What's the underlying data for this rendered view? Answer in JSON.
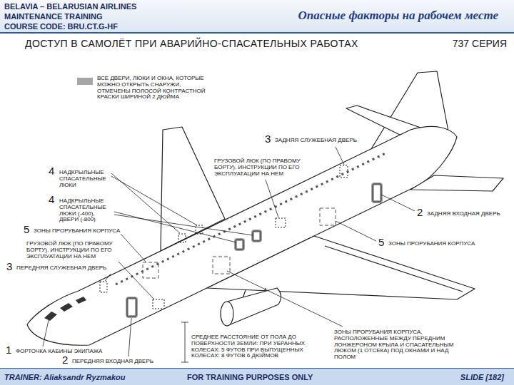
{
  "diagram": {
    "title": "ДОСТУП В САМОЛЁТ ПРИ АВАРИЙНО-СПАСАТЕЛЬНЫХ РАБОТАХ",
    "nodes": [
      {
        "text": [
          "BELAVIA – BELARUSIAN AIRLINES",
          "MAINTENANCE TRAINING",
          "COURSE CODE: BRU.CT.G-HF",
          "Опасные факторы на рабочем месте"
        ]
      },
      {
        "text": [
          "TRAINER: Aliaksandr Ryzmakou",
          "FOR TRAINING PURPOSES ONLY",
          "SLIDE [182]"
        ]
      }
    ],
    "labels": [
      "737 СЕРИЯ",
      "3",
      "ЗАДНЯЯ СЛУЖЕБНАЯ ДВЕРЬ",
      "ГРУЗОВОЙ ЛЮК (ПО ПРАВОМУ БОРТУ). ИНСТРУКЦИИ ПО ЕГО ЭКСПЛУАТАЦИИ НА НЕМ",
      "4",
      "НАДКРЫЛЬНЫЕ СПАСАТЕЛЬНЫЕ ЛЮКИ",
      "4",
      "НАДКРЫЛЬНЫЕ СПАСАТЕЛЬНЫЕ ЛЮКИ (-400), ДВЕРИ (-800)",
      "2",
      "ЗАДНЯЯ ВХОДНАЯ ДВЕРЬ",
      "5",
      "ЗОНЫ ПРОРУБАНИЯ КОРПУСА",
      "ГРУЗОВОЙ ЛЮК (ПО ПРАВОМУ БОРТУ). ИНСТРУКЦИИ ПО ЕГО ЭКСПЛУАТАЦИИ НА НЕМ",
      "5",
      "ЗОНЫ ПРОРУБАНИЯ КОРПУСА",
      "3",
      "ПЕРЕДНЯЯ СЛУЖЕБНАЯ ДВЕРЬ",
      "1",
      "ФОРТОЧКА КАБИНЫ ЭКИПАЖА",
      "2",
      "ПЕРЕДНЯЯ ВХОДНАЯ ДВЕРЬ",
      "СРЕДНЕЕ РАССТОЯНИЕ ОТ ПОЛА ДО ПОВЕРХНОСТИ ЗЕМЛИ: ПРИ УБРАННЫХ КОЛЕСАХ: 5 ФУТОВ ПРИ ВЫПУЩЕННЫХ КОЛЕСАХ: 8 ФУТОВ 6 ДЮЙМОВ",
      "ЗОНЫ ПРОРУБАНИЯ КОРПУСА, РАСПОЛОЖЕННЫЕ МЕЖДУ ПЕРЕДНИМ ЛОНЖЕРОНОМ КРЫЛА И СПАСАТЕЛЬНЫМ ЛЮКОМ (1 ОТСЕКА) ПОД ОКНАМИ И НАД ПОЛОМ"
    ],
    "legend": [
      {
        "text": "ВСЕ ДВЕРИ, ЛЮКИ И ОКНА, КОТОРЫЕ МОЖНО ОТКРЫТЬ СНАРУЖИ, ОТМЕЧЕНЫ ПОЛОСОЙ КОНТРАСТНОЙ КРАСКИ ШИРИНОЙ 2 ДЮЙМА",
        "color": "#a6a6a6"
      }
    ]
  }
}
